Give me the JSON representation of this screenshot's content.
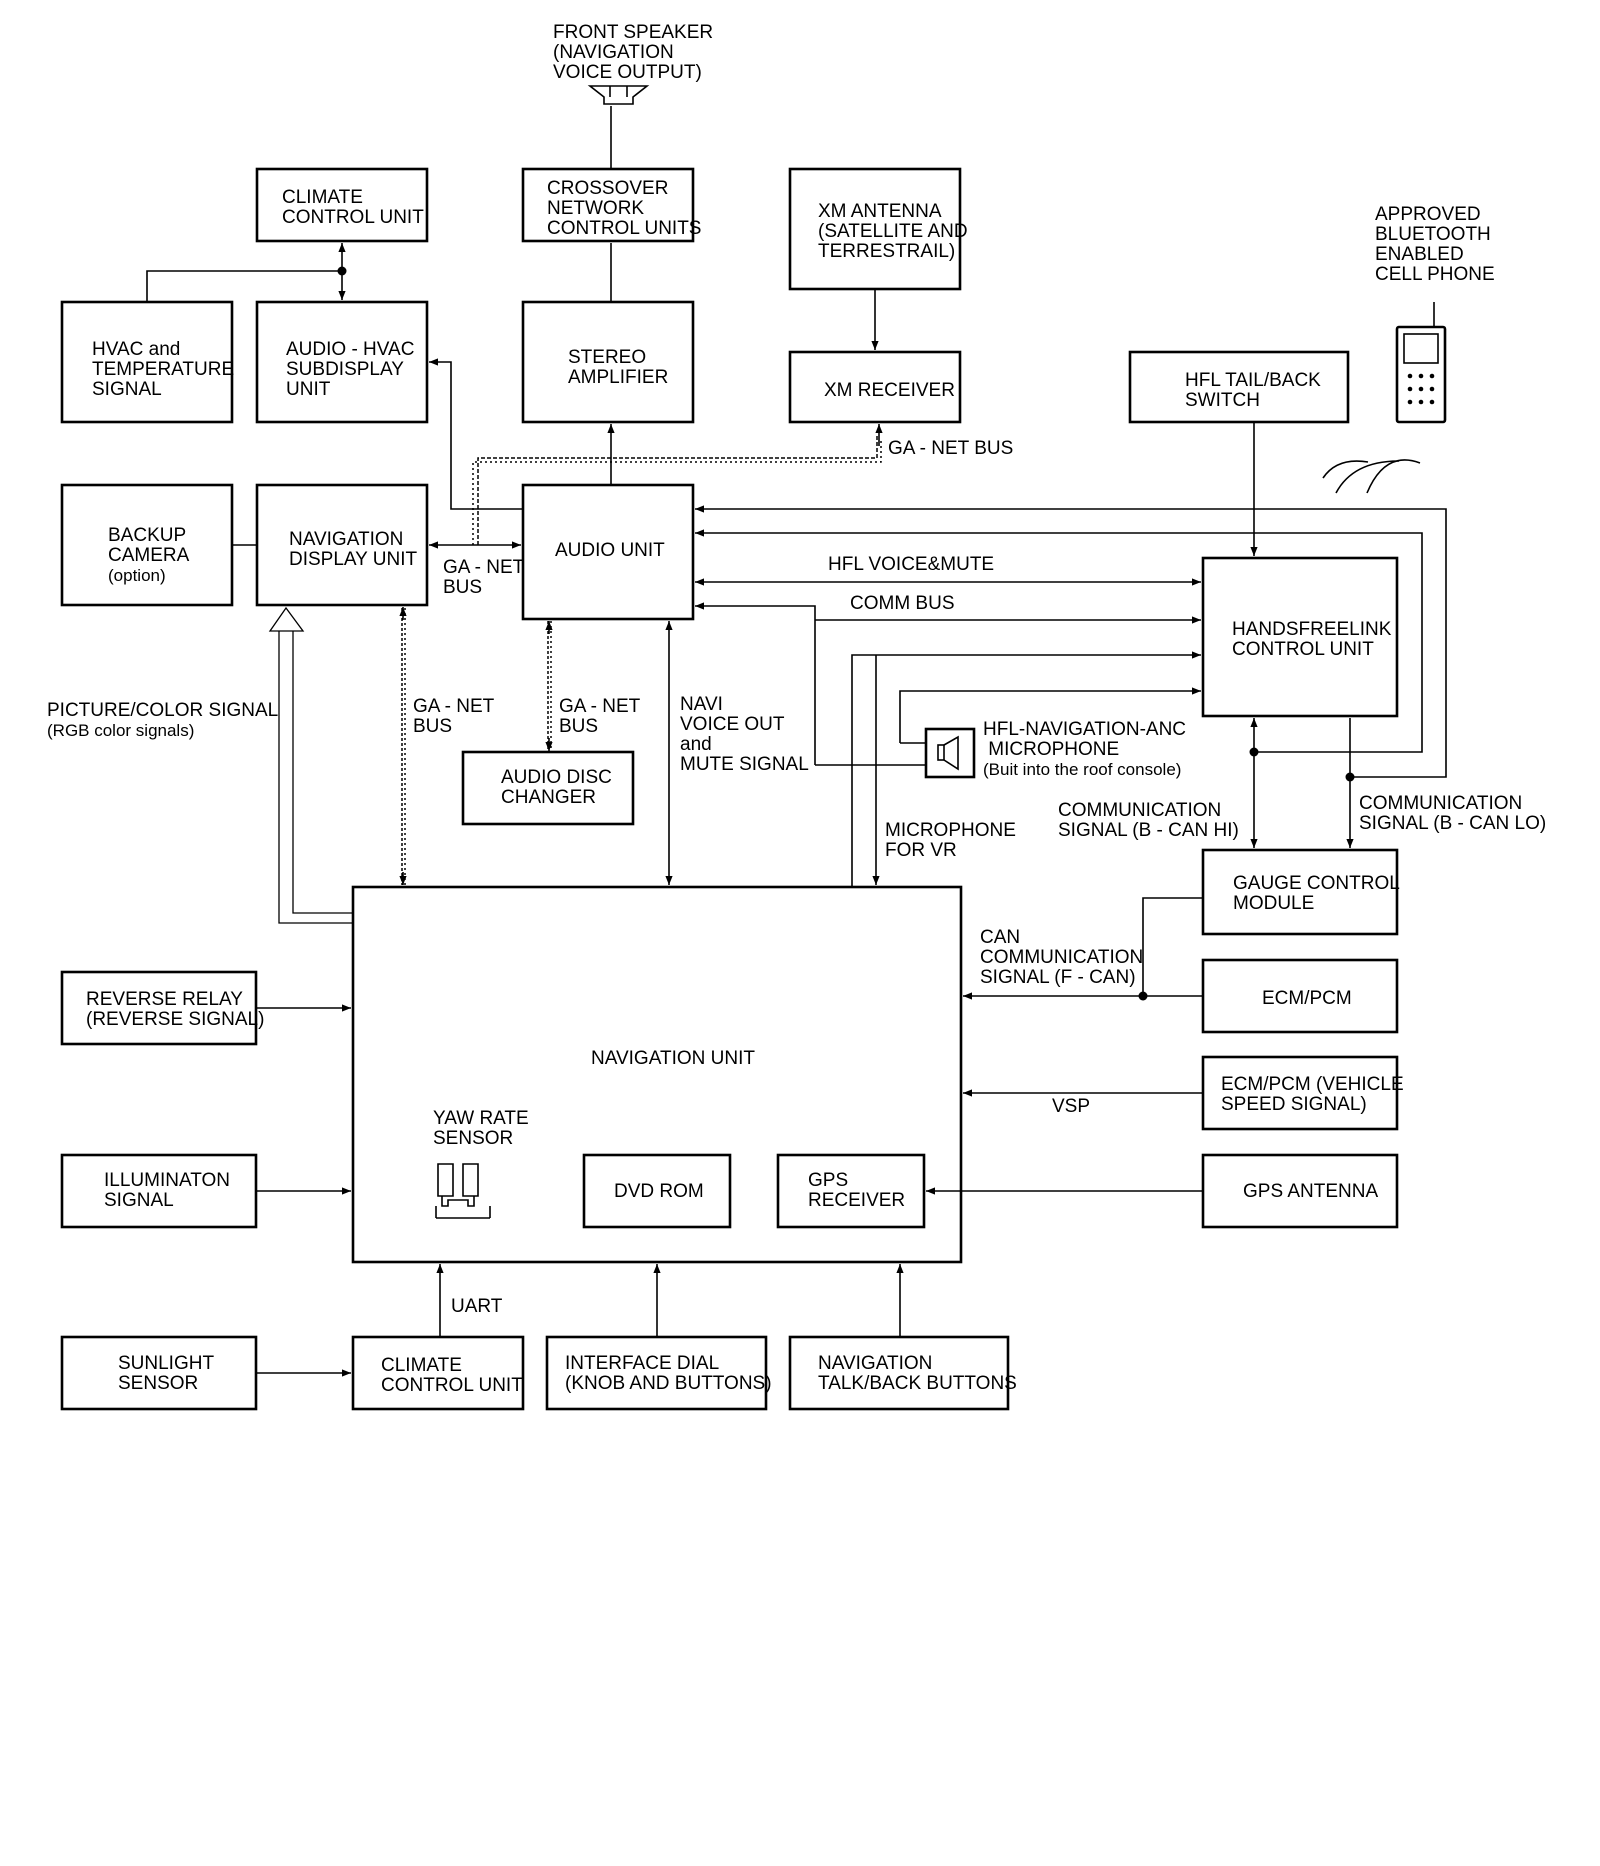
{
  "boxes": {
    "front_speaker": [
      "FRONT SPEAKER",
      "(NAVIGATION",
      "VOICE OUTPUT)"
    ],
    "climate_top": [
      "CLIMATE",
      "CONTROL UNIT"
    ],
    "crossover": [
      "CROSSOVER",
      "NETWORK",
      "CONTROL UNITS"
    ],
    "xm_antenna": [
      "XM ANTENNA",
      "(SATELLITE AND",
      "TERRESTRAIL)"
    ],
    "bluetooth_phone": [
      "APPROVED",
      "BLUETOOTH",
      "ENABLED",
      "CELL PHONE"
    ],
    "hvac_temp": [
      "HVAC and",
      "TEMPERATURE",
      "SIGNAL"
    ],
    "audio_hvac": [
      "AUDIO - HVAC",
      "SUBDISPLAY",
      "UNIT"
    ],
    "stereo_amp": [
      "STEREO",
      "AMPLIFIER"
    ],
    "xm_receiver": [
      "XM RECEIVER"
    ],
    "hfl_switch": [
      "HFL TAIL/BACK",
      "SWITCH"
    ],
    "backup_camera": [
      "BACKUP",
      "CAMERA",
      "(option)"
    ],
    "nav_display": [
      "NAVIGATION",
      "DISPLAY UNIT"
    ],
    "audio_unit": [
      "AUDIO UNIT"
    ],
    "handsfreelink": [
      "HANDSFREELINK",
      "CONTROL UNIT"
    ],
    "audio_disc": [
      "AUDIO DISC",
      "CHANGER"
    ],
    "microphone": [
      "HFL-NAVIGATION-ANC",
      " MICROPHONE",
      "(Buit into the roof console)"
    ],
    "gauge": [
      "GAUGE CONTROL",
      "MODULE"
    ],
    "ecm1": [
      "ECM/PCM"
    ],
    "ecm2": [
      "ECM/PCM (VEHICLE",
      "SPEED SIGNAL)"
    ],
    "gps_antenna": [
      "GPS ANTENNA"
    ],
    "reverse_relay": [
      "REVERSE RELAY",
      "(REVERSE SIGNAL)"
    ],
    "illumination": [
      "ILLUMINATON",
      "SIGNAL"
    ],
    "nav_unit": [
      "NAVIGATION UNIT"
    ],
    "yaw": [
      "YAW RATE",
      "SENSOR"
    ],
    "dvd": [
      "DVD ROM"
    ],
    "gps_receiver": [
      "GPS",
      "RECEIVER"
    ],
    "sunlight": [
      "SUNLIGHT",
      "SENSOR"
    ],
    "climate_bottom": [
      "CLIMATE",
      "CONTROL UNIT"
    ],
    "interface_dial": [
      "INTERFACE DIAL",
      "(KNOB AND BUTTONS)"
    ],
    "nav_talk": [
      "NAVIGATION",
      "TALK/BACK BUTTONS"
    ]
  },
  "labels": {
    "ganet_top": [
      "GA - NET BUS"
    ],
    "ganet_display": [
      "GA - NET",
      "BUS"
    ],
    "hfl_voice": [
      "HFL VOICE&MUTE"
    ],
    "comm_bus": [
      "COMM BUS"
    ],
    "picture_signal": [
      "PICTURE/COLOR SIGNAL",
      "(RGB color signals)"
    ],
    "ganet_left": [
      "GA - NET",
      "BUS"
    ],
    "ganet_disc": [
      "GA - NET",
      "BUS"
    ],
    "navi_voice": [
      "NAVI",
      "VOICE OUT",
      "and",
      "MUTE SIGNAL"
    ],
    "mic_vr": [
      "MICROPHONE",
      "FOR VR"
    ],
    "can_hi": [
      "COMMUNICATION",
      "SIGNAL (B - CAN HI)"
    ],
    "can_lo": [
      "COMMUNICATION",
      "SIGNAL (B - CAN LO)"
    ],
    "f_can": [
      "CAN",
      "COMMUNICATION",
      "SIGNAL (F - CAN)"
    ],
    "vsp": [
      "VSP"
    ],
    "uart": [
      "UART"
    ]
  },
  "icons": [
    "speaker-horn-icon",
    "cell-phone-icon",
    "radio-waves-icon",
    "microphone-speaker-icon",
    "yaw-sensor-icon"
  ]
}
